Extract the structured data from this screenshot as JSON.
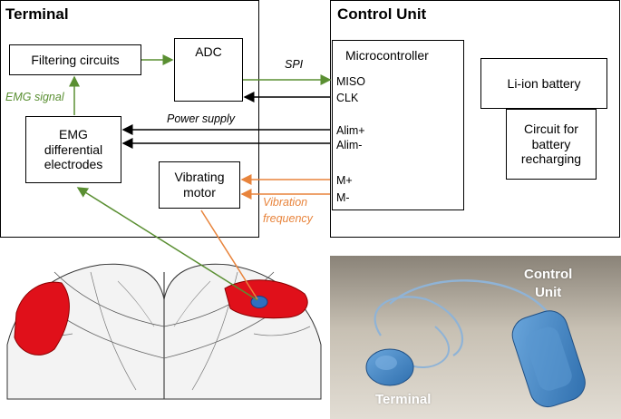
{
  "terminal": {
    "title": "Terminal",
    "filtering": "Filtering circuits",
    "adc": "ADC",
    "emg_line1": "EMG",
    "emg_line2": "differential",
    "emg_line3": "electrodes",
    "vib_line1": "Vibrating",
    "vib_line2": "motor"
  },
  "control_unit": {
    "title": "Control Unit",
    "micro": "Microcontroller",
    "pins": [
      "MISO",
      "CLK",
      "Alim+",
      "Alim-",
      "M+",
      "M-"
    ],
    "battery": "Li-ion battery",
    "recharge_line1": "Circuit for",
    "recharge_line2": "battery",
    "recharge_line3": "recharging"
  },
  "labels": {
    "spi": "SPI",
    "emg_signal": "EMG signal",
    "power_supply": "Power supply",
    "vibration_line1": "Vibration",
    "vibration_line2": "frequency"
  },
  "photo": {
    "control_line1": "Control",
    "control_line2": "Unit",
    "terminal": "Terminal"
  },
  "colors": {
    "green_signal": "#5a8f32",
    "orange_vibration": "#e8843c",
    "muscle_red": "#e0101a",
    "device_blue": "#3f86c4"
  }
}
